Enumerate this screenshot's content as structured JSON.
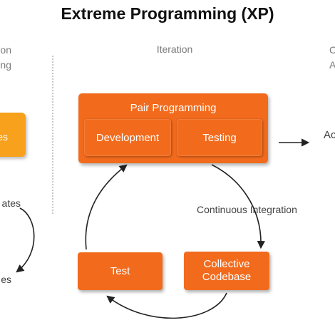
{
  "title": "Extreme Programming (XP)",
  "columns": {
    "left_header": [
      "on",
      "ing"
    ],
    "middle_header": "Iteration",
    "right_header": [
      "C",
      "A"
    ]
  },
  "left_side": {
    "box_label": "es",
    "upper_label": "ates",
    "lower_label": "es"
  },
  "pair_programming": {
    "title": "Pair Programming",
    "development": "Development",
    "testing": "Testing"
  },
  "output_label": "Ac",
  "continuous_integration": "Continuous Integration",
  "collective_codebase": [
    "Collective",
    "Codebase"
  ],
  "test": "Test",
  "colors": {
    "process_orange": "#f26b1d",
    "left_box_amber": "#f7a11d",
    "arrow": "#222222",
    "header_gray": "#7a7a7a"
  }
}
